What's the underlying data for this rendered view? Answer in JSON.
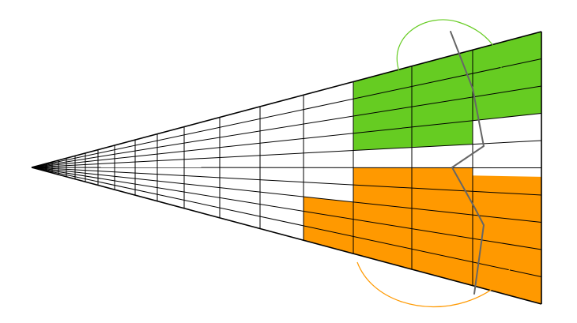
{
  "diagram": {
    "kind": "perspective-grid",
    "rows": 10,
    "columns": 14,
    "colors": {
      "green": "#66cc22",
      "orange": "#ff9900",
      "grid": "#000000",
      "zigzag": "#666666",
      "green_arc": "#66cc22",
      "orange_arc": "#ff9900",
      "background": "#ffffff"
    },
    "legend_shown": false,
    "text_labels": []
  }
}
